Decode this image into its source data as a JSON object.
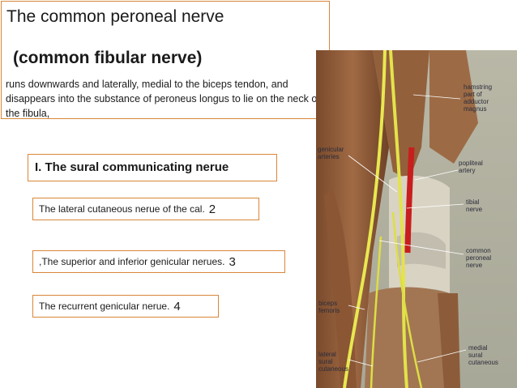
{
  "title": {
    "line1": "The common peroneal nerve",
    "line2": "(common fibular nerve)"
  },
  "description": "runs downwards and laterally, medial to the biceps tendon, and disappears into the substance of peroneus longus to lie on the neck of the fibula,",
  "heading": "I. The sural communicating nerue",
  "items": [
    {
      "text": "The lateral cutaneous nerue of the cal.",
      "number": "2"
    },
    {
      "text": ",The superior and inferior genicular nerues.",
      "number": "3"
    },
    {
      "text": "The recurrent genicular nerue.",
      "number": "4"
    }
  ],
  "figure_labels": {
    "hamstring": [
      "hamstring",
      "part of",
      "adductor",
      "magnus"
    ],
    "genicular": [
      "genicular",
      "arteries"
    ],
    "popliteal": [
      "popliteal",
      "artery"
    ],
    "tibial": [
      "tibial",
      "nerve"
    ],
    "common_peroneal": [
      "common",
      "peroneal",
      "nerve"
    ],
    "biceps": [
      "biceps",
      "femoris"
    ],
    "lateral_sural": [
      "lateral",
      "sural",
      "cutaneous"
    ],
    "medial_sural": [
      "medial",
      "sural",
      "cutaneous"
    ]
  }
}
